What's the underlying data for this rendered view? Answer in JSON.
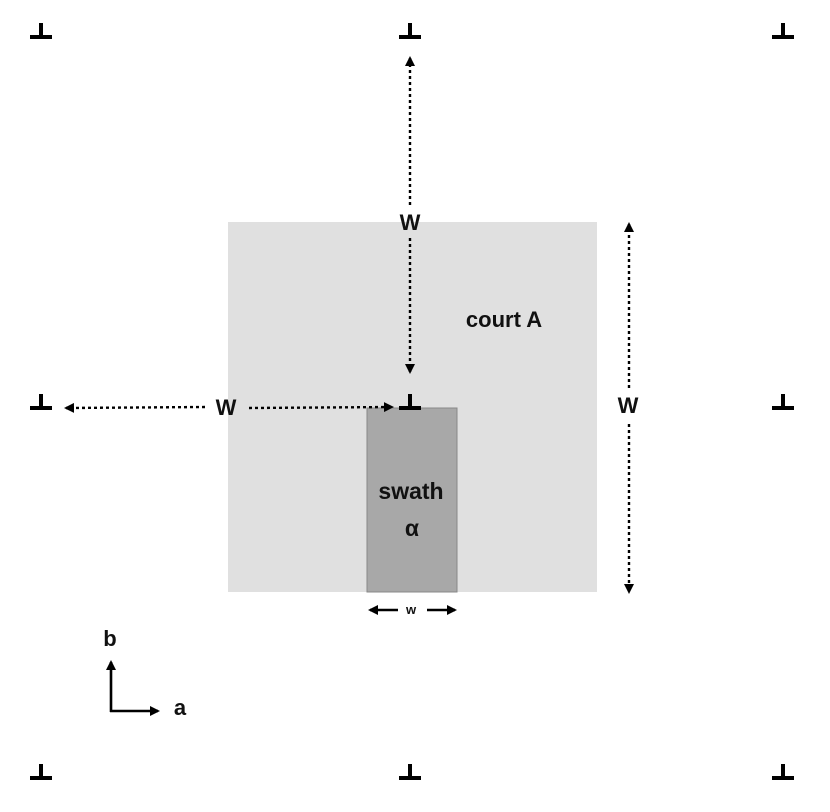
{
  "court": {
    "label": "court A",
    "fill": "#e0e0e0"
  },
  "swath": {
    "label_line1": "swath",
    "label_line2": "α",
    "fill": "#a8a8a8",
    "stroke": "#888888"
  },
  "dimensions": {
    "vertical_span_label": "W",
    "horizontal_span_label": "W",
    "court_height_label": "W",
    "swath_width_label": "w"
  },
  "axes": {
    "b_label": "b",
    "a_label": "a"
  },
  "dislocation_symbol": "⊥"
}
